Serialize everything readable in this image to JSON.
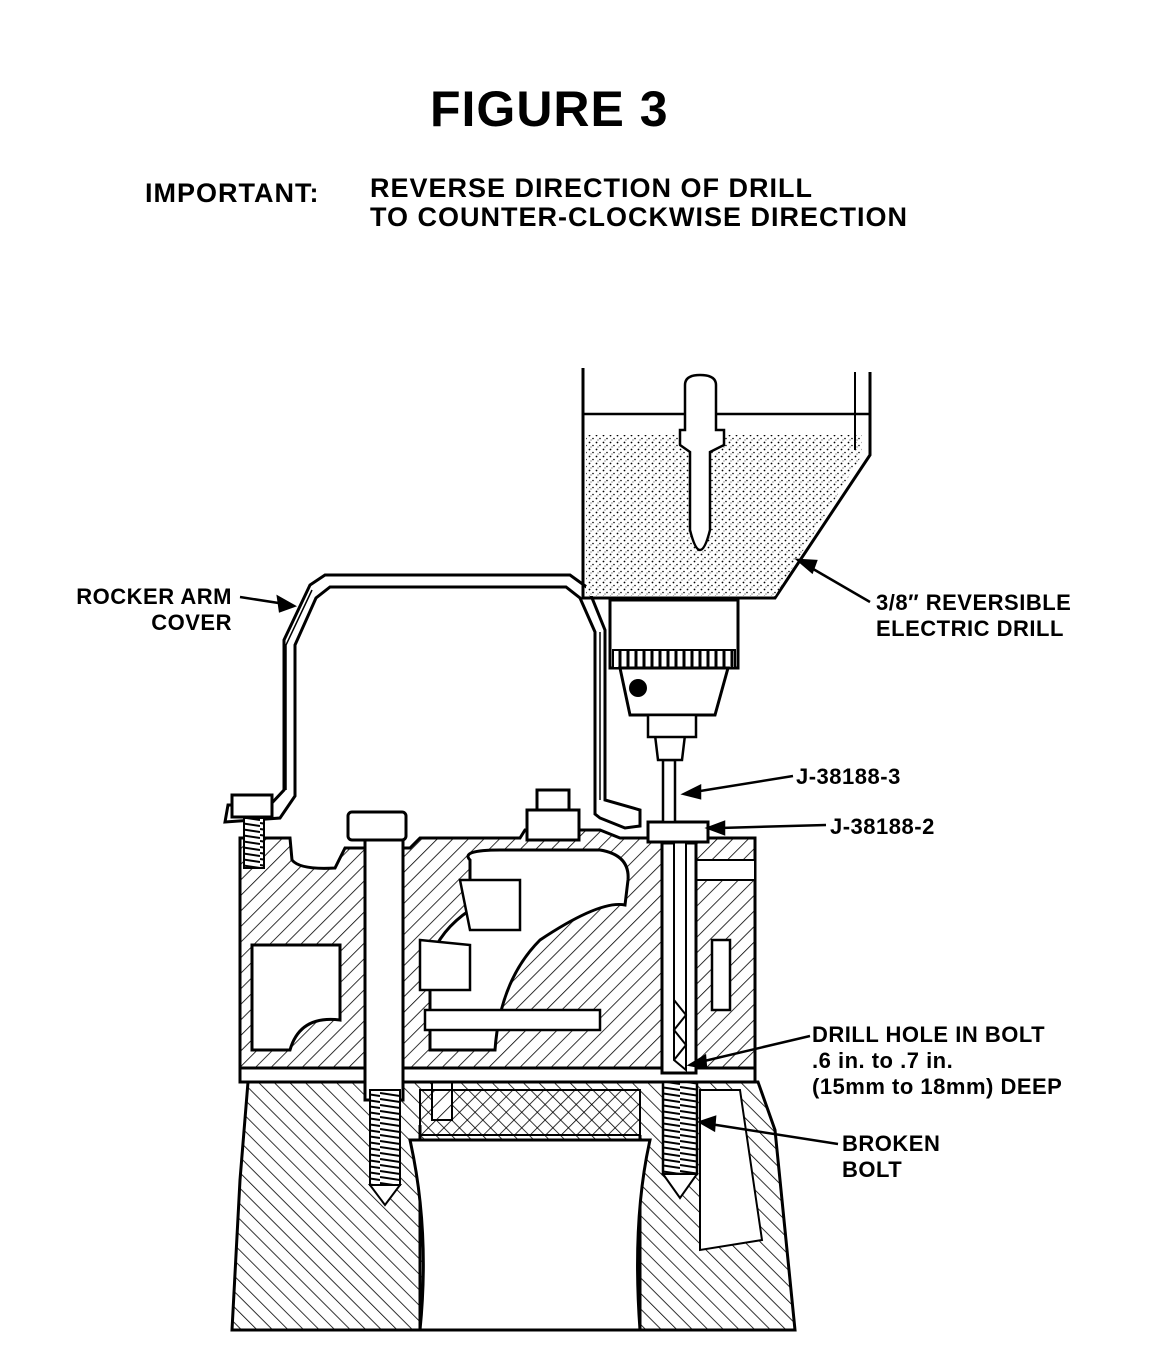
{
  "figure": {
    "title": "FIGURE 3",
    "important_label": "IMPORTANT:",
    "important_line1": "REVERSE DIRECTION OF DRILL",
    "important_line2": "TO COUNTER-CLOCKWISE DIRECTION"
  },
  "callouts": {
    "rocker_arm_line1": "ROCKER ARM",
    "rocker_arm_line2": "COVER",
    "drill_line1": "3/8″ REVERSIBLE",
    "drill_line2": "ELECTRIC DRILL",
    "j3": "J-38188-3",
    "j2": "J-38188-2",
    "hole_line1": "DRILL HOLE IN BOLT",
    "hole_line2": ".6 in. to .7 in.",
    "hole_line3": "(15mm to 18mm) DEEP",
    "broken_line1": "BROKEN",
    "broken_line2": "BOLT"
  },
  "colors": {
    "ink": "#000000",
    "paper": "#ffffff"
  }
}
